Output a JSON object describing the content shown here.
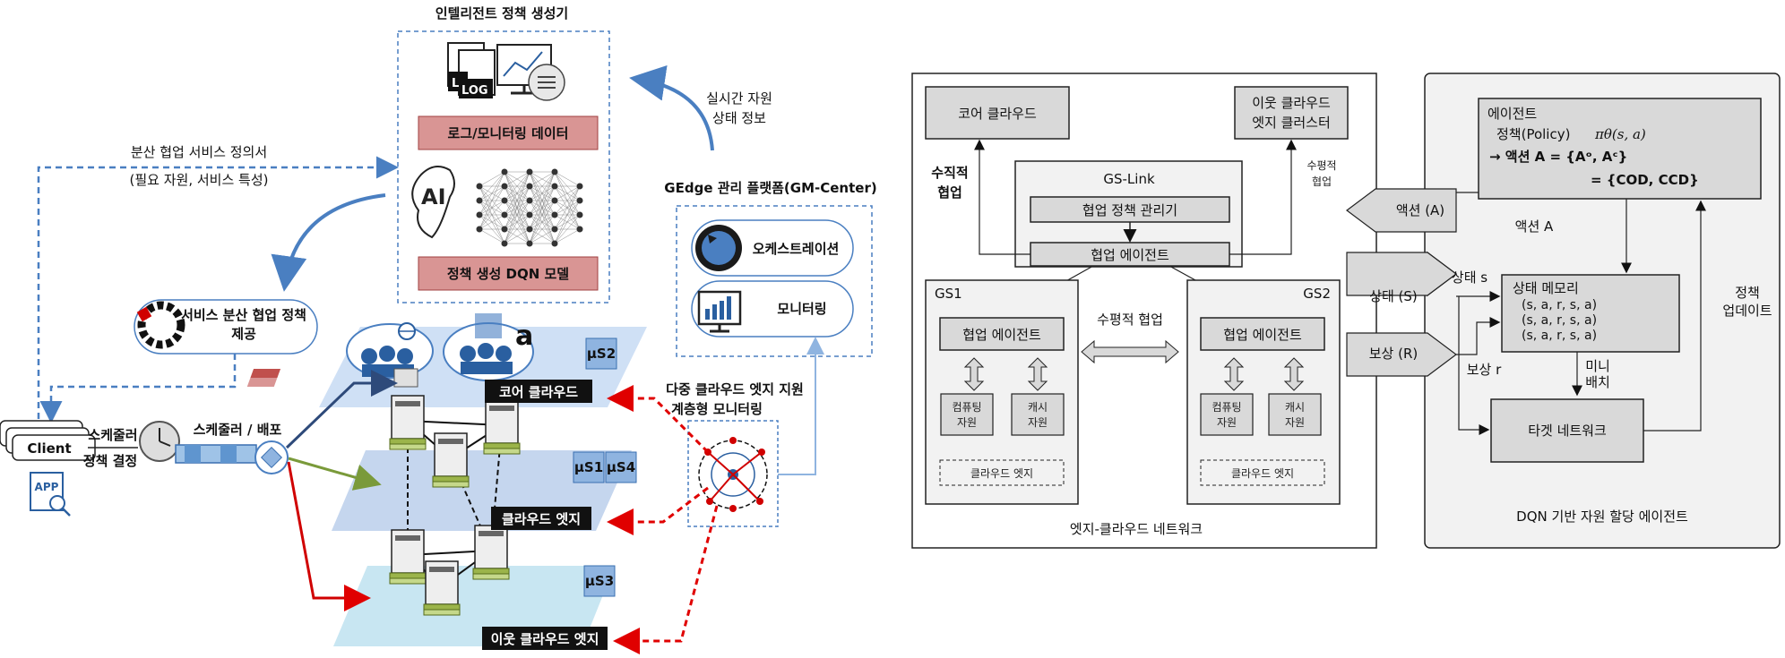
{
  "left": {
    "policy_generator_title": "인텔리전트 정책 생성기",
    "log_box": "로그/모니터링 데이터",
    "dqn_box": "정책 생성 DQN 모델",
    "log_icon_text_1": "LOG",
    "log_icon_text_2": "L",
    "ai_icon_text": "AI",
    "realtime_1": "실시간 자원",
    "realtime_2": "상태 정보",
    "service_def_1": "분산 협업 서비스 정의서",
    "service_def_2": "(필요 자원, 서비스 특성)",
    "gedge_title": "GEdge 관리 플랫폼(GM-Center)",
    "orchestration": "오케스트레이션",
    "monitoring": "모니터링",
    "policy_provide_1": "서비스 분산 협업 정책",
    "policy_provide_2": "제공",
    "client": "Client",
    "app": "APP",
    "scheduler_policy_1": "스케줄러",
    "scheduler_policy_2": "정책 결정",
    "scheduler_deploy": "스케줄러 / 배포",
    "core_cloud": "코어 클라우드",
    "cloud_edge": "클라우드 엣지",
    "neighbor_edge": "이웃 클라우드 엣지",
    "ms2": "μS2",
    "ms1": "μS1",
    "ms4": "μS4",
    "ms3": "μS3",
    "amazon_a": "a",
    "multi_monitor_1": "다중 클라우드 엣지 지원",
    "multi_monitor_2": "계층형 모니터링"
  },
  "mid": {
    "core_cloud": "코어 클라우드",
    "neighbor_1": "이웃 클라우드",
    "neighbor_2": "엣지 클러스터",
    "vertical_1": "수직적",
    "vertical_2": "협업",
    "horizontal_small_1": "수평적",
    "horizontal_small_2": "협업",
    "gslink": "GS-Link",
    "policy_mgr": "협업 정책 관리기",
    "collab_agent": "협업 에이전트",
    "gs1": "GS1",
    "gs2": "GS2",
    "horizontal": "수평적 협업",
    "gs1_agent": "협업 에이전트",
    "gs2_agent": "협업 에이전트",
    "computing_1": "컴퓨팅",
    "computing_2": "자원",
    "cache_1": "캐시",
    "cache_2": "자원",
    "cloud_edge": "클라우드 엣지",
    "network": "엣지-클라우드 네트워크"
  },
  "right": {
    "agent": "에이전트",
    "policy": "정책(Policy)",
    "policy_math": "πθ(s, a)",
    "action_line": "→ 액션 A = {Aᵒ, Aᶜ}",
    "action_set": "= {COD, CCD}",
    "action_arrow": "액션 (A)",
    "action_label": "액션 A",
    "state_arrow": "상태 (S)",
    "reward_arrow": "보상 (R)",
    "state_s": "상태 s",
    "reward_r": "보상 r",
    "memory_title": "상태 메모리",
    "memory_rows": [
      "(s, a, r, s, a)",
      "(s, a, r, s, a)",
      "(s, a, r, s, a)"
    ],
    "mini_1": "미니",
    "mini_2": "배치",
    "target": "타겟 네트워크",
    "update_1": "정책",
    "update_2": "업데이트",
    "footer": "DQN 기반 자원 할당 에이전트"
  },
  "colors": {
    "accent_blue": "#4a7fc1",
    "red_box": "#d99594",
    "red_dashed": "#e00000",
    "gray_fill": "#d9d9d9",
    "panel_fill": "#f2f2f2"
  }
}
